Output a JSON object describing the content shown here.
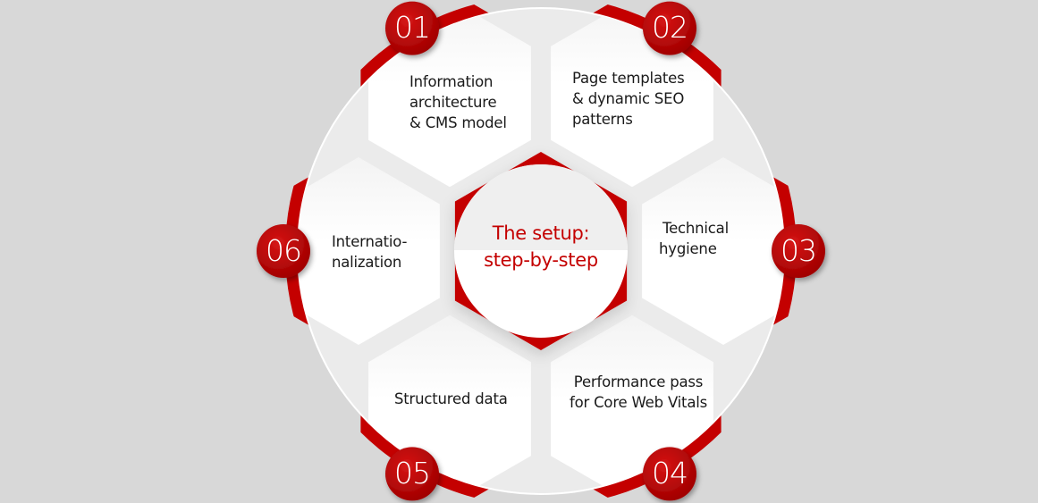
{
  "diagram": {
    "center_title": [
      "The setup:",
      "step-by-step"
    ],
    "steps": [
      {
        "number": "01",
        "lines": [
          "Information",
          "architecture",
          "& CMS model"
        ]
      },
      {
        "number": "02",
        "lines": [
          "Page templates",
          "& dynamic SEO",
          "patterns"
        ]
      },
      {
        "number": "03",
        "lines": [
          "Technical",
          "hygiene"
        ]
      },
      {
        "number": "04",
        "lines": [
          "Performance pass",
          "for Core Web Vitals"
        ]
      },
      {
        "number": "05",
        "lines": [
          "Structured data"
        ]
      },
      {
        "number": "06",
        "lines": [
          "Internatio-",
          "nalization"
        ]
      }
    ]
  },
  "colors": {
    "background": "#d8d8d8",
    "accent_red": "#c40000",
    "badge_red_light": "#d61515",
    "badge_red_dark": "#9e0000",
    "text_dark": "#1a1a1a",
    "gap_gray": "#e9e9e9"
  }
}
